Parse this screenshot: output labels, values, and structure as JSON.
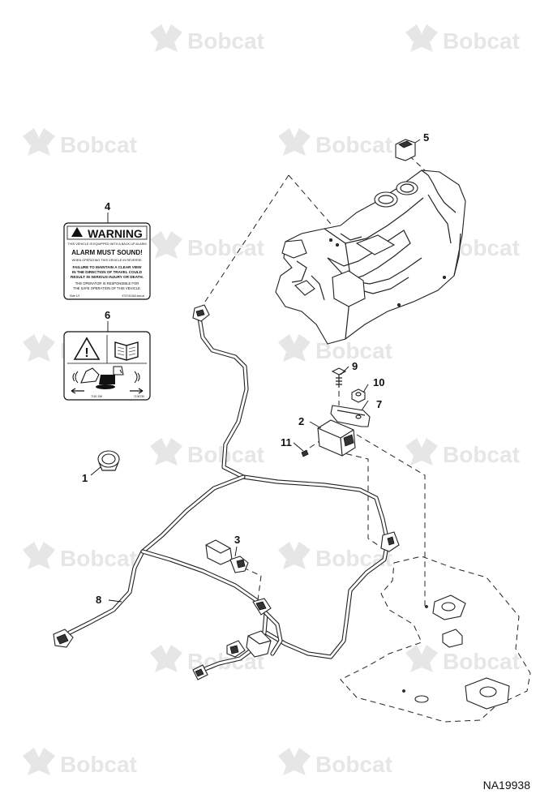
{
  "watermark": {
    "text": "Bobcat",
    "mark": "."
  },
  "reference_code": "NA19938",
  "callouts": [
    "1",
    "2",
    "3",
    "4",
    "5",
    "6",
    "7",
    "8",
    "9",
    "10",
    "11"
  ],
  "decal_warning": {
    "header": "WARNING",
    "line1": "THIS VEHICLE IS EQUIPPED WITH A BACK-UP ALARM",
    "title": "ALARM MUST SOUND!",
    "line2": "WHEN OPERATING THIS VEHICLE IN REVERSE.",
    "line3": "FAILURE TO MAINTAIN A CLEAR VIEW",
    "line4": "IN THE DIRECTION OF TRAVEL COULD",
    "line5": "RESULT IN SERIOUS INJURY OR DEATH.",
    "line6": "THE OPERATOR IS RESPONSIBLE FOR",
    "line7": "THE SAFE OPERATION OF THIS VEHICLE.",
    "footer_left": "Side 1/1",
    "footer_right": "6737410A0.eed.ai"
  },
  "decal_pictorial": {
    "footer_left": "7181 SW",
    "footer_right": "7136730"
  },
  "icons": {
    "warning_triangle": "warning-triangle-icon",
    "manual": "operator-manual-icon",
    "alarm_sound": "alarm-sound-icon",
    "excavator": "excavator-reverse-icon"
  }
}
